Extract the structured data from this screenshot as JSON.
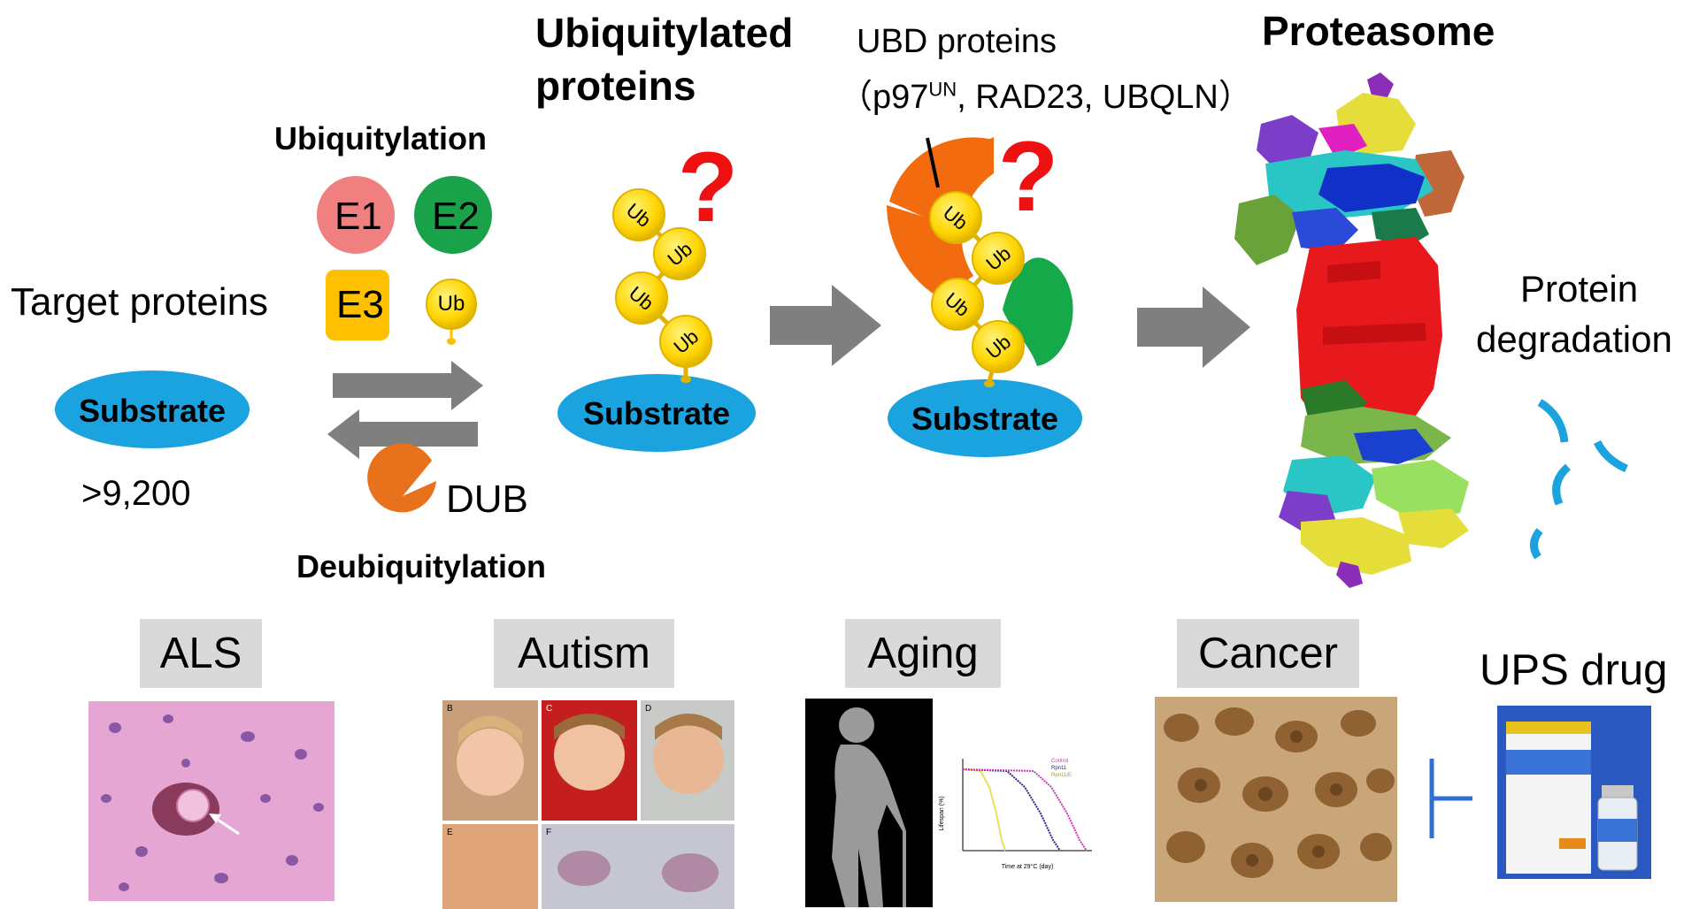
{
  "header": {
    "ubiquitylated_line1": "Ubiquitylated",
    "ubiquitylated_line2": "proteins",
    "ubd_line1": "UBD proteins",
    "ubd_line2_prefix": "（p97",
    "ubd_line2_sup": "UN",
    "ubd_line2_suffix": ", RAD23, UBQLN）",
    "proteasome": "Proteasome"
  },
  "left": {
    "ubiquitylation": "Ubiquitylation",
    "target_proteins": "Target proteins",
    "count": ">9,200",
    "substrate": "Substrate",
    "dub": "DUB",
    "deubiquitylation": "Deubiquitylation",
    "enzymes": [
      "E1",
      "E2",
      "E3"
    ],
    "ub": "Ub"
  },
  "middle": {
    "substrate": "Substrate",
    "ub": "Ub",
    "question": "?"
  },
  "ubd": {
    "substrate": "Substrate",
    "ub": "Ub",
    "question": "?"
  },
  "right": {
    "degradation_line1": "Protein",
    "degradation_line2": "degradation"
  },
  "diseases": {
    "als": "ALS",
    "autism": "Autism",
    "aging": "Aging",
    "cancer": "Cancer",
    "ups_drug": "UPS drug"
  },
  "aging_chart": {
    "legend": [
      "Control",
      "Rpn11",
      "Rpn11/E"
    ],
    "xlabel": "Time at 29°C (day)",
    "ylabel": "Lifespan (%)"
  },
  "autism_panels": [
    "B",
    "C",
    "D",
    "E",
    "F"
  ],
  "colors": {
    "substrate": "#1ba3e0",
    "ub": "#ffd500",
    "e1": "#f08080",
    "e2": "#1aa24a",
    "e3": "#ffc000",
    "dub": "#e8711c",
    "question": "#ee1111",
    "arrow": "#7f7f7f",
    "ubd_orange": "#f26b0f",
    "ubd_green": "#16a94a",
    "box_gray": "#d9d9d9",
    "inhibit_line": "#2f6fd0"
  }
}
